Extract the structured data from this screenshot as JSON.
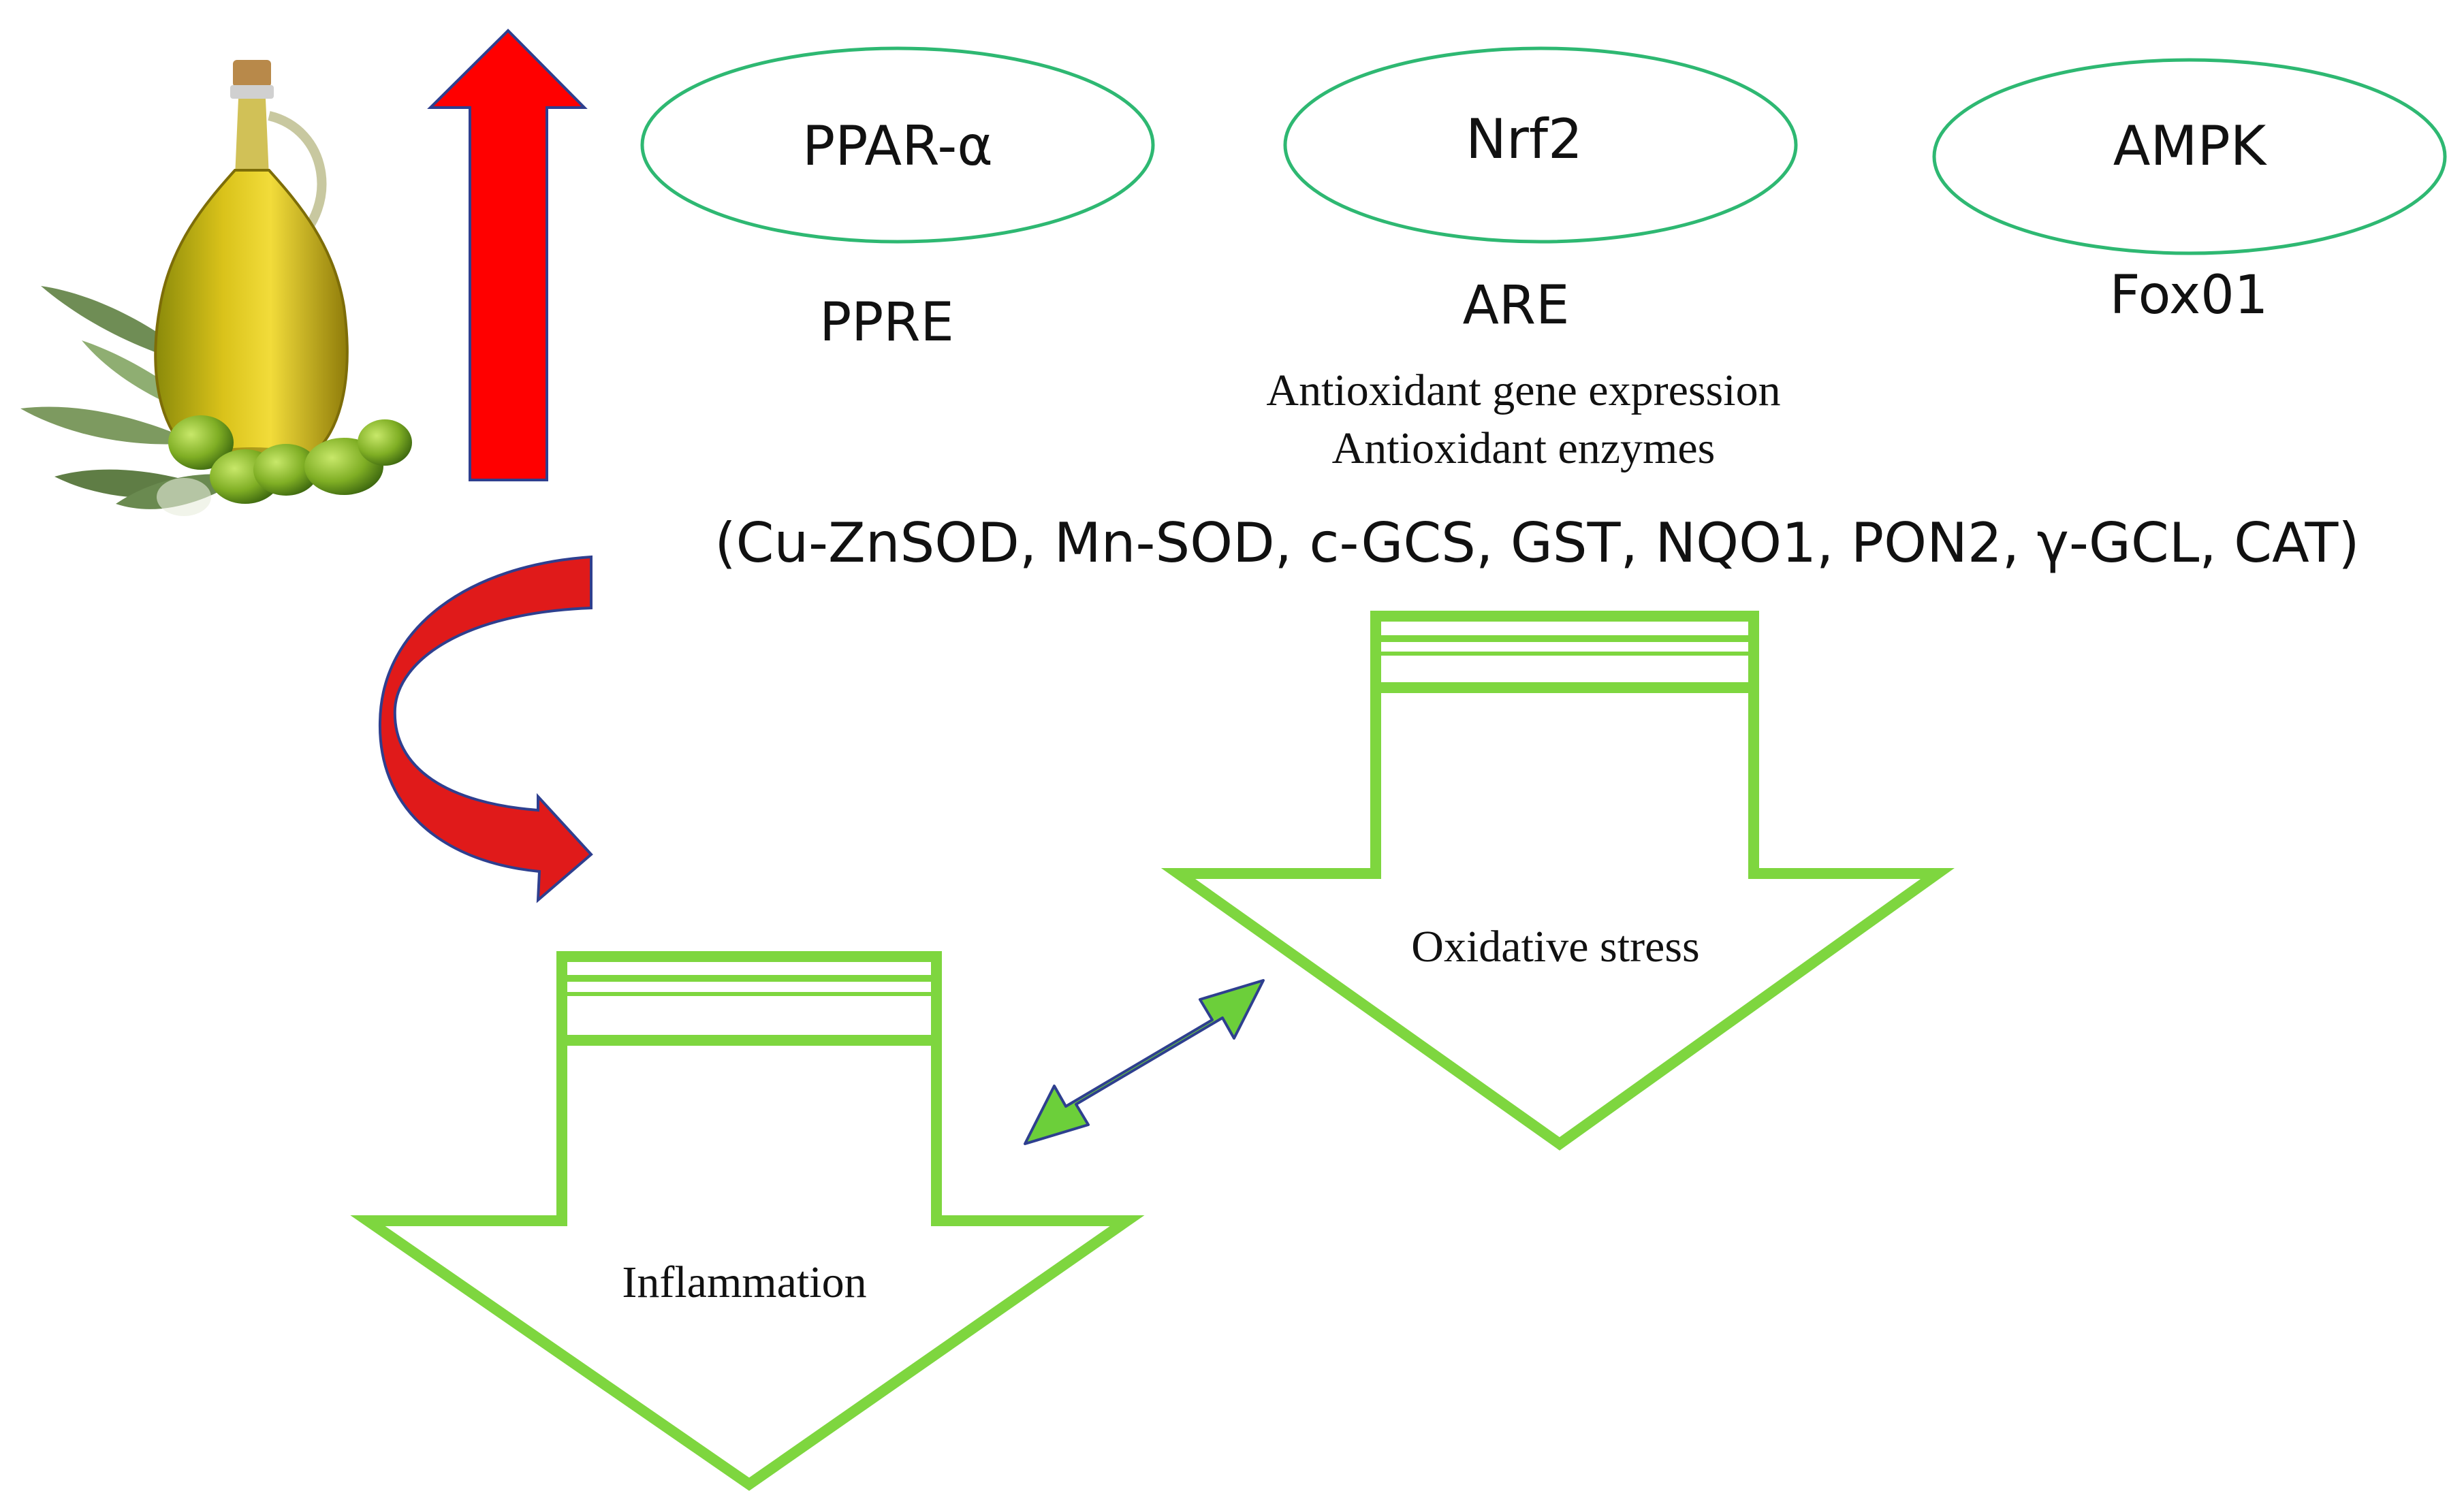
{
  "nodes": {
    "ppar": {
      "label": "PPAR-α",
      "target": "PPRE"
    },
    "nrf2": {
      "label": "Nrf2",
      "target": "ARE"
    },
    "ampk": {
      "label": "AMPK",
      "target": "Fox01"
    }
  },
  "antioxidant": {
    "line1": "Antioxidant gene expression",
    "line2": "Antioxidant enzymes",
    "enzymes": "(Cu-ZnSOD, Mn-SOD, c-GCS, GST, NQO1, PON2, γ-GCL, CAT)"
  },
  "down_arrows": {
    "oxidative": "Oxidative stress",
    "inflammation": "Inflammation"
  },
  "colors": {
    "up_arrow": "#ff0000",
    "curved_arrow": "#e01a1a",
    "arrow_outline": "#2e3f8f",
    "ellipse_stroke": "#2eb872",
    "down_arrow_stroke": "#7ed63f",
    "double_arrow": "#6ccf3a",
    "text": "#111111"
  },
  "icons": {
    "olive_oil": "olive-oil-bottle-with-olives-icon"
  }
}
